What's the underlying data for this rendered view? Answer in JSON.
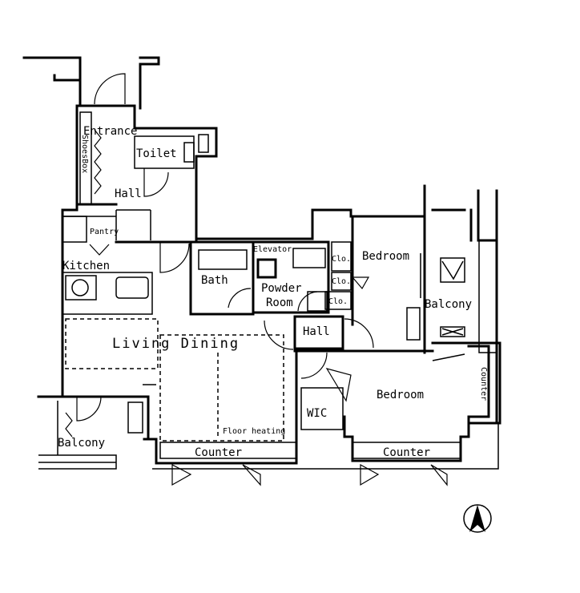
{
  "rooms": {
    "entrance": "Entrance",
    "shoes_box": "ShoesBox",
    "toilet": "Toilet",
    "hall_north": "Hall",
    "kitchen": "Kitchen",
    "pantry": "Pantry",
    "bath": "Bath",
    "elevator": "Elevator",
    "powder_room_1": "Powder",
    "powder_room_2": "Room",
    "bedroom_north": "Bedroom",
    "balcony_east": "Balcony",
    "living_dining": "Living Dining",
    "hall_center": "Hall",
    "bedroom_south": "Bedroom",
    "wic": "WIC",
    "balcony_west": "Balcony",
    "counter_living": "Counter",
    "counter_bedroom": "Counter",
    "counter_east": "Counter",
    "floor_heating": "Floor heating",
    "closet_1": "Clo.",
    "closet_2": "Clo.",
    "closet_3": "Clo."
  },
  "symbols": {
    "north_arrow": "north-arrow-icon"
  }
}
